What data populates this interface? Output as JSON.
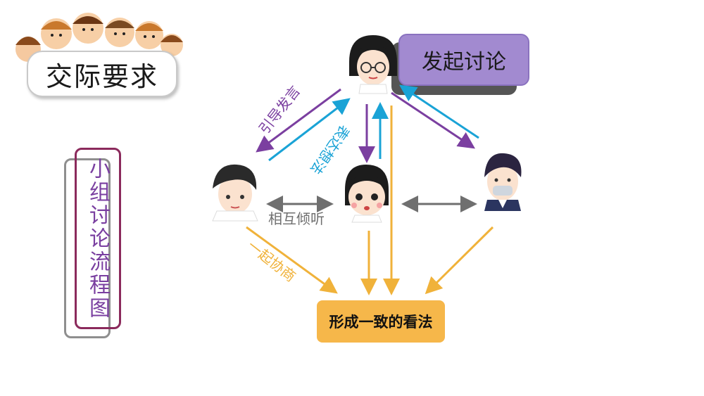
{
  "header": {
    "title": "交际要求"
  },
  "side_label": "小组讨论流程图",
  "start_box": "发起讨论",
  "result_box": "形成一致的看法",
  "edge_labels": {
    "guide": "引导发言",
    "express": "表达想法",
    "listen": "相互倾听",
    "negotiate": "一起协商"
  },
  "colors": {
    "purple": "#7b3fa0",
    "blue": "#1aa3d6",
    "gray": "#6f6f6f",
    "orange": "#f0b23a"
  },
  "participants": [
    "teacher-avatar",
    "boy-left-avatar",
    "girl-center-avatar",
    "boy-right-avatar"
  ]
}
